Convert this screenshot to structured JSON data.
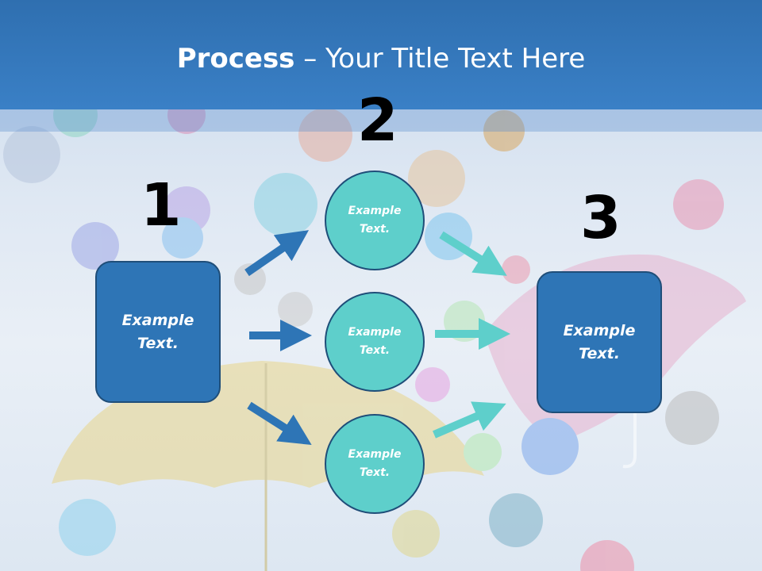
{
  "slide": {
    "title_bold": "Process",
    "title_rest": " – Your Title Text Here"
  },
  "steps": [
    {
      "number": "1",
      "box_text": "Example\nText."
    },
    {
      "number": "2",
      "circles": [
        "Example\nText.",
        "Example\nText.",
        "Example\nText."
      ]
    },
    {
      "number": "3",
      "box_text": "Example\nText."
    }
  ],
  "colors": {
    "header": "#3a80c6",
    "box_fill": "#2e75b6",
    "circle_fill": "#5ecfcb",
    "arrow_blue": "#2e75b6",
    "arrow_teal": "#5ecfcb"
  }
}
